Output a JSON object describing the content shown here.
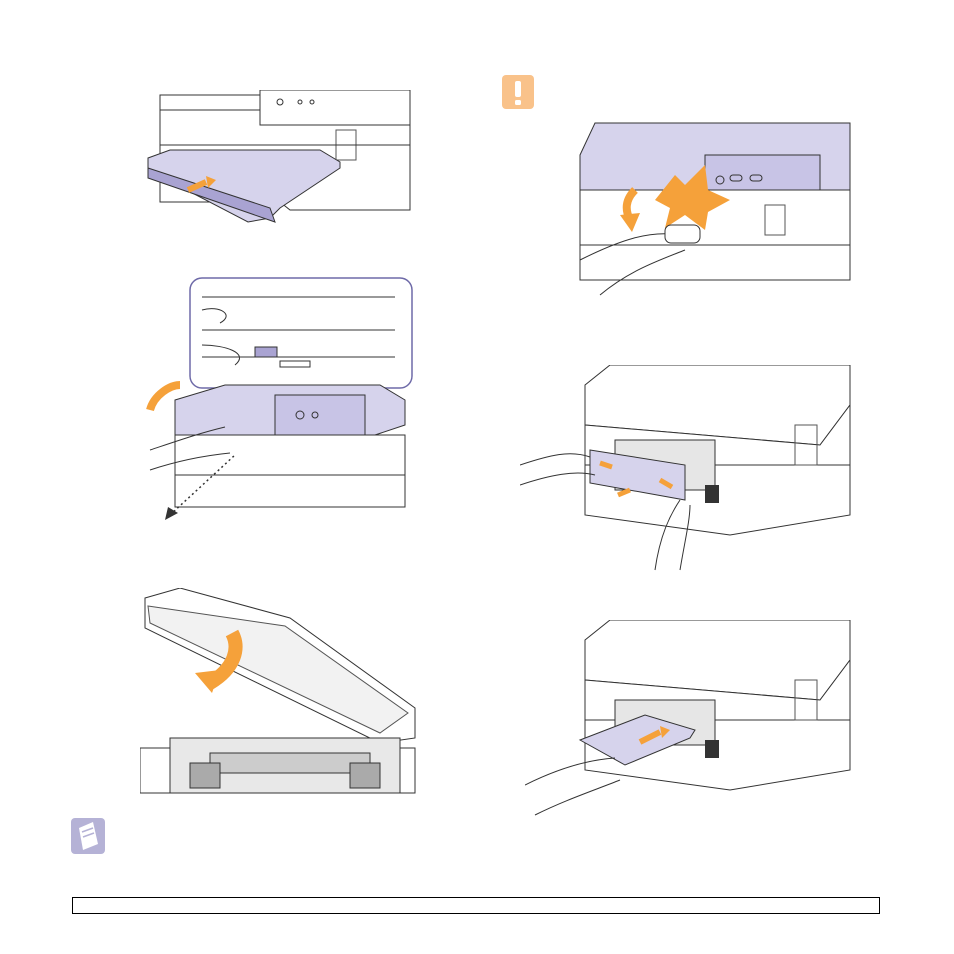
{
  "figures": [
    {
      "id": "step-1",
      "icon": "printer-tray-icon"
    },
    {
      "id": "step-2",
      "icon": "printer-scanner-lift-icon"
    },
    {
      "id": "step-3",
      "icon": "printer-open-cover-icon"
    },
    {
      "id": "caution-step",
      "icon": "printer-pinch-warning-icon"
    },
    {
      "id": "step-4",
      "icon": "printer-rear-cover-icon"
    },
    {
      "id": "step-5",
      "icon": "printer-rear-paper-icon"
    }
  ],
  "icons": {
    "caution": "caution-icon",
    "note": "note-icon"
  },
  "colors": {
    "lavender": "#d6d3ec",
    "lavender_dark": "#a9a3d2",
    "orange": "#f5a13a",
    "caution_bg": "#f9c28a",
    "note_bg": "#b5b2d6",
    "line": "#3a3a3a"
  }
}
